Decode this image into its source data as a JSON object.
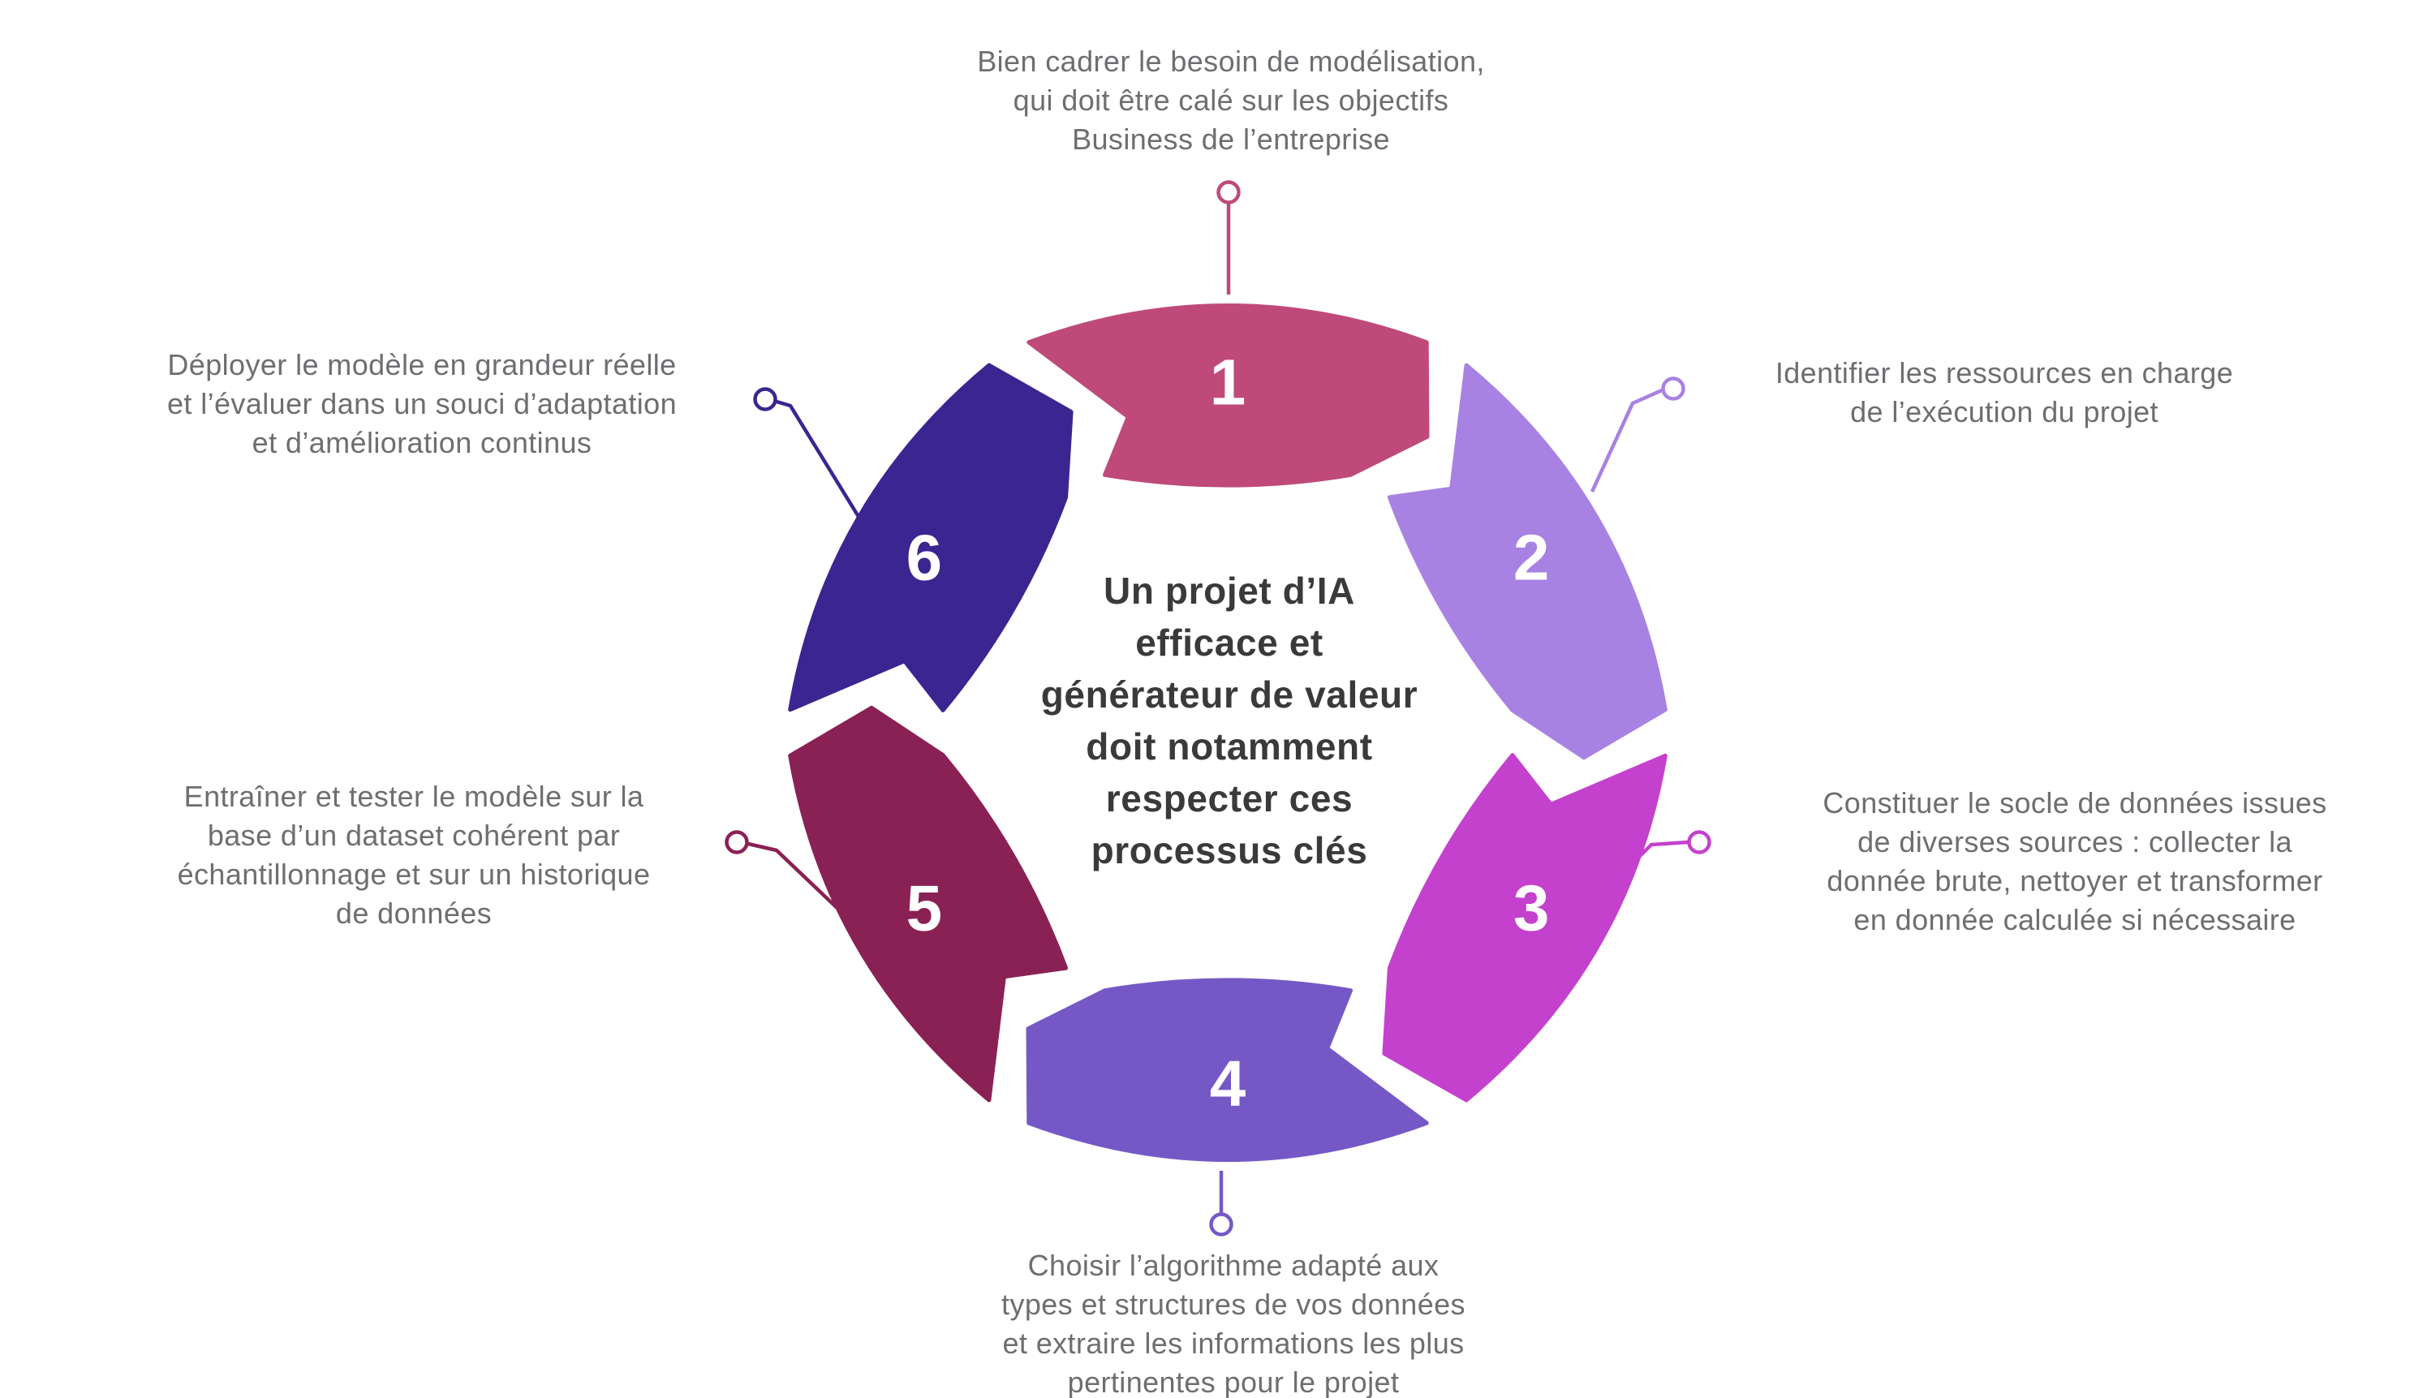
{
  "background": "#FFFFFF",
  "label_text_color": "#6D6E71",
  "number_text_color": "#FFFFFF",
  "center_message": {
    "color": "#3A3A3C",
    "lines": [
      "Un projet d’IA",
      "efficace et",
      "générateur de valeur",
      "doit notamment",
      "respecter ces",
      "processus clés"
    ]
  },
  "steps": [
    {
      "number": "1",
      "color": "#BF4A7A",
      "label_lines": [
        "Bien cadrer le besoin de modélisation,",
        "qui doit être calé sur les objectifs",
        "Business de l’entreprise"
      ]
    },
    {
      "number": "2",
      "color": "#A882E2",
      "label_lines": [
        "Identifier les ressources en charge",
        "de l’exécution du projet"
      ]
    },
    {
      "number": "3",
      "color": "#C441CE",
      "label_lines": [
        "Constituer le socle de données issues",
        "de diverses sources : collecter la",
        "donnée brute, nettoyer et transformer",
        "en donnée calculée si nécessaire"
      ]
    },
    {
      "number": "4",
      "color": "#7558C6",
      "label_lines": [
        "Choisir l’algorithme adapté aux",
        "types et structures de vos données",
        "et extraire les informations les plus",
        "pertinentes pour le projet"
      ]
    },
    {
      "number": "5",
      "color": "#8A2155",
      "label_lines": [
        "Entraîner et tester le modèle sur la",
        "base d’un dataset cohérent par",
        "échantillonnage et sur un historique",
        "de données"
      ]
    },
    {
      "number": "6",
      "color": "#3B2590",
      "label_lines": [
        "Déployer le modèle en grandeur réelle",
        "et l’évaluer dans un souci d’adaptation",
        "et d’amélioration continus"
      ]
    }
  ]
}
